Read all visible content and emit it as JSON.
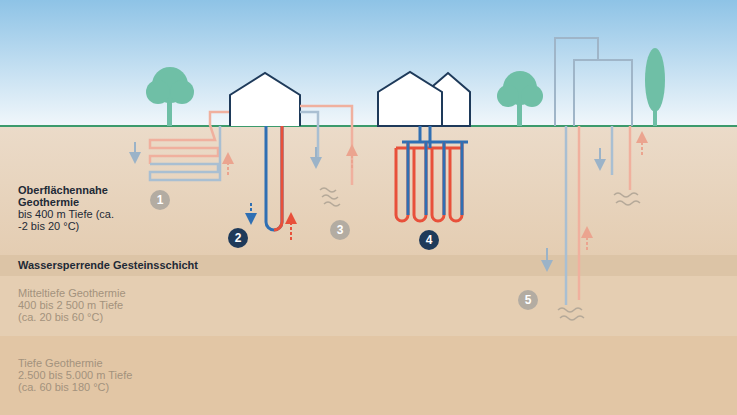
{
  "diagram": {
    "nodes": [
      {
        "text": [
          "Oberflächennahe Geothermie",
          "bis 400 m Tiefe (ca. -2 bis 20 °C)"
        ]
      },
      {
        "text": [
          "Wassersperrende Gesteinsschicht"
        ]
      },
      {
        "text": [
          "Mitteltiefe Geothermie",
          "400 bis 2 500 m Tiefe (ca. 20 bis 60 °C)"
        ]
      },
      {
        "text": [
          "Tiefe Geothermie",
          "2.500 bis 5.000 m Tiefe (ca. 60 bis 180 °C)"
        ]
      }
    ],
    "labels": [
      "1",
      "2",
      "3",
      "4",
      "5"
    ]
  }
}
